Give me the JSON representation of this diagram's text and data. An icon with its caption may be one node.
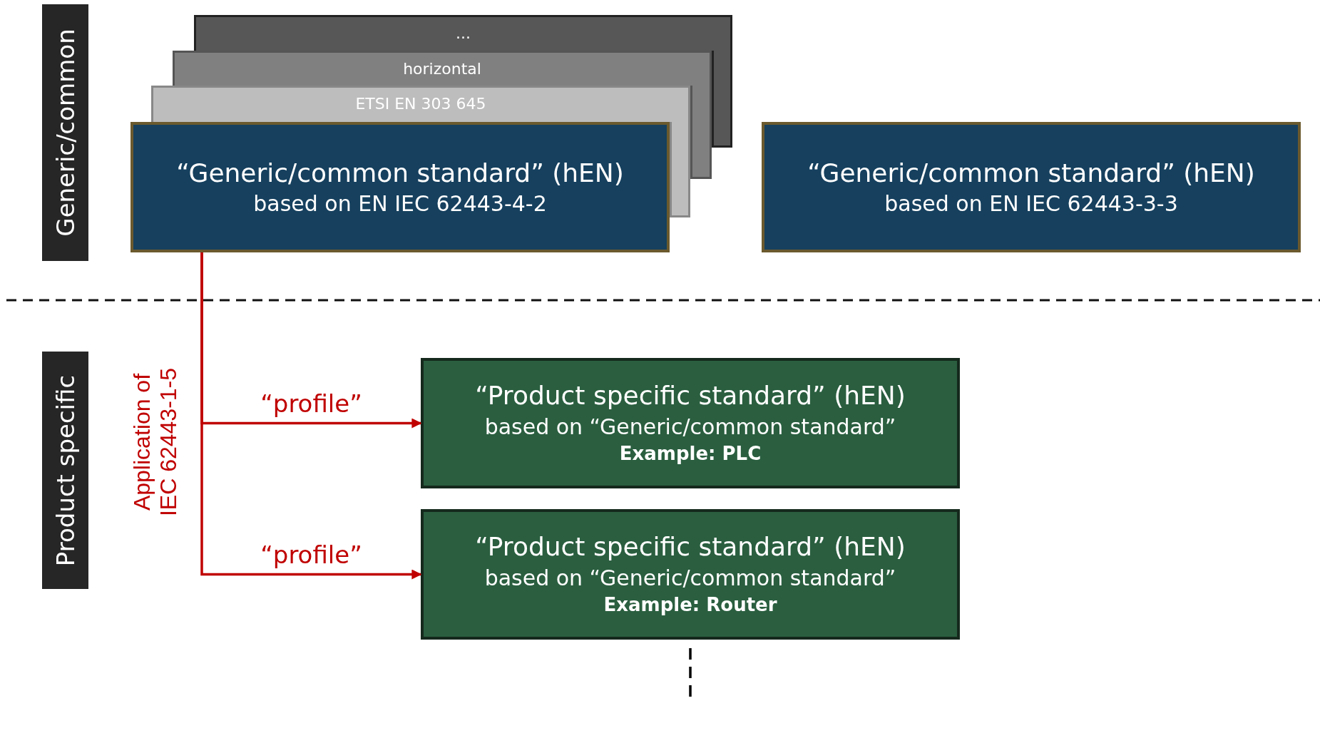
{
  "diagram": {
    "nodes": [
      {
        "text": [
          "Generic/common"
        ]
      },
      {
        "text": [
          "..."
        ]
      },
      {
        "text": [
          "horizontal"
        ]
      },
      {
        "text": [
          "ETSI EN 303 645"
        ]
      },
      {
        "text": [
          "“Generic/common standard” (hEN)",
          "based on EN IEC 62443-4-2"
        ]
      },
      {
        "text": [
          "“Generic/common standard” (hEN)",
          "based on EN IEC 62443-3-3"
        ]
      },
      {
        "text": [
          "Product specific"
        ]
      },
      {
        "text": [
          "“Product specific standard” (hEN)",
          "based on “Generic/common standard”",
          "Example: PLC"
        ]
      },
      {
        "text": [
          "“Product specific standard” (hEN)",
          "based on “Generic/common standard”",
          "Example: Router"
        ]
      },
      {
        "text": [],
        "shape": "bar"
      },
      {
        "text": [],
        "shape": "bar"
      },
      {
        "text": [],
        "shape": "bar"
      }
    ],
    "edges": [
      {
        "from": 4,
        "to": 7,
        "arrow": "to",
        "label": "“profile”"
      },
      {
        "from": 4,
        "to": 8,
        "arrow": "to",
        "label": "“profile”"
      },
      {
        "from": 8,
        "to": null,
        "arrow": "none",
        "style": "dashed",
        "color": "#000000"
      }
    ],
    "labels": [
      "Application of IEC 62443-1-5"
    ]
  }
}
